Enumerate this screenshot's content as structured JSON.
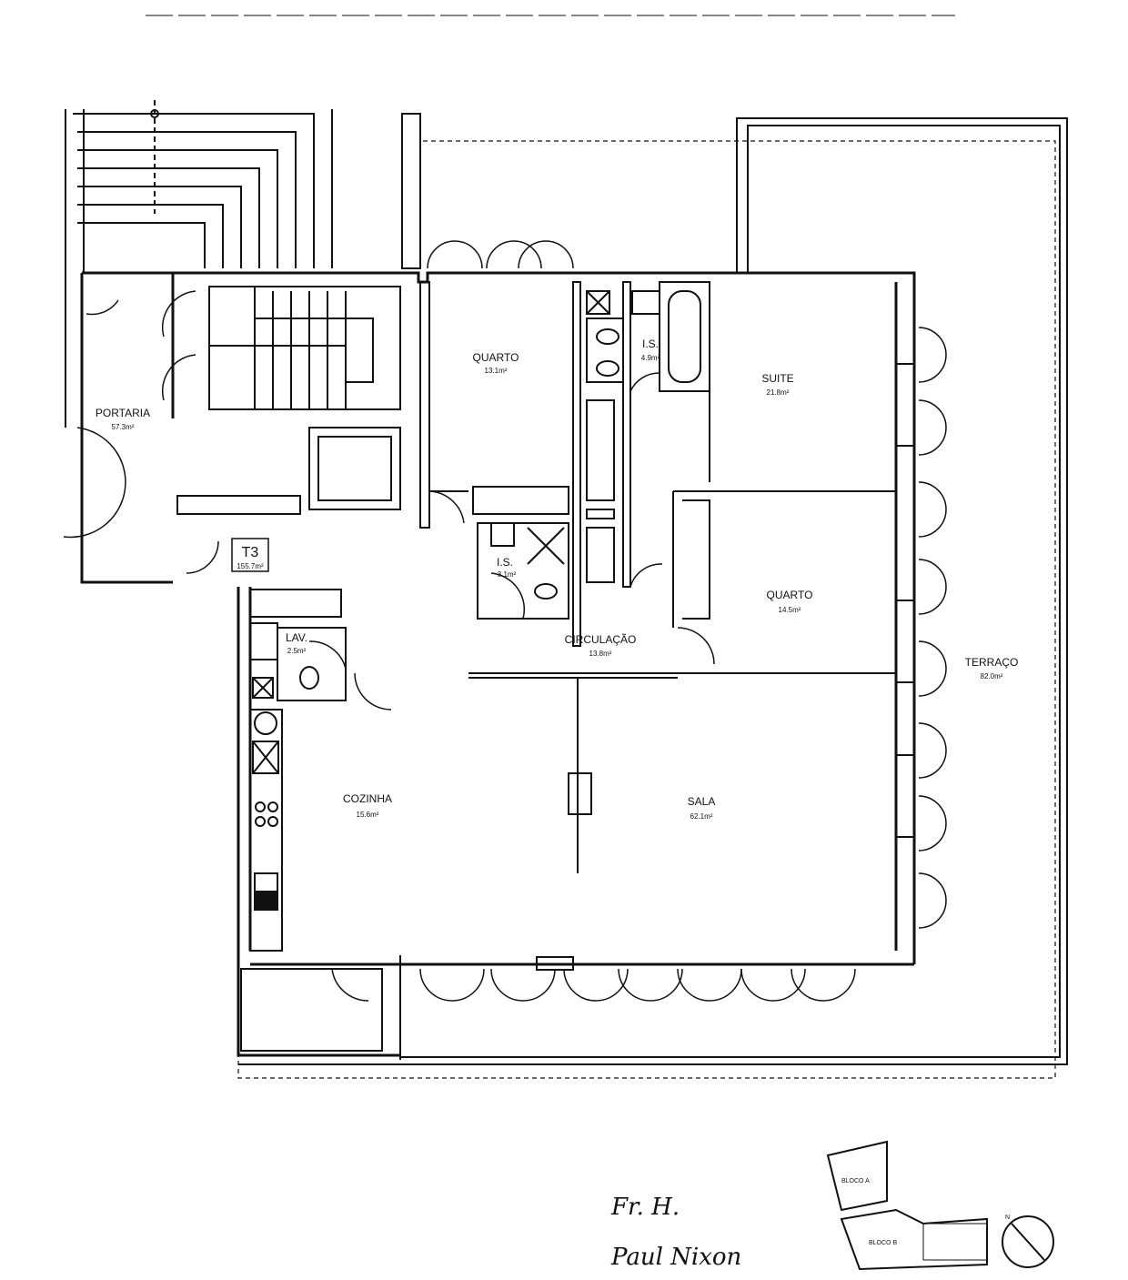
{
  "rooms": {
    "portaria": {
      "name": "PORTARIA",
      "area": "57.3m²"
    },
    "quarto1": {
      "name": "QUARTO",
      "area": "13.1m²"
    },
    "is1": {
      "name": "I.S.",
      "area": "4.9m²"
    },
    "suite": {
      "name": "SUITE",
      "area": "21.8m²"
    },
    "is2": {
      "name": "I.S.",
      "area": "3.1m²"
    },
    "quarto2": {
      "name": "QUARTO",
      "area": "14.5m²"
    },
    "circulacao": {
      "name": "CIRCULAÇÃO",
      "area": "13.8m²"
    },
    "lav": {
      "name": "LAV.",
      "area": "2.5m²"
    },
    "cozinha": {
      "name": "COZINHA",
      "area": "15.6m²"
    },
    "sala": {
      "name": "SALA",
      "area": "62.1m²"
    },
    "terraco": {
      "name": "TERRAÇO",
      "area": "82.0m²"
    }
  },
  "unit": {
    "type": "T3",
    "area": "155.7m²"
  },
  "handwriting": {
    "line1": "Fr. H.",
    "line2": "Paul Nixon"
  },
  "key_plan": {
    "bloco_a": "BLOCO A",
    "bloco_b": "BLOCO B",
    "north": "N"
  }
}
